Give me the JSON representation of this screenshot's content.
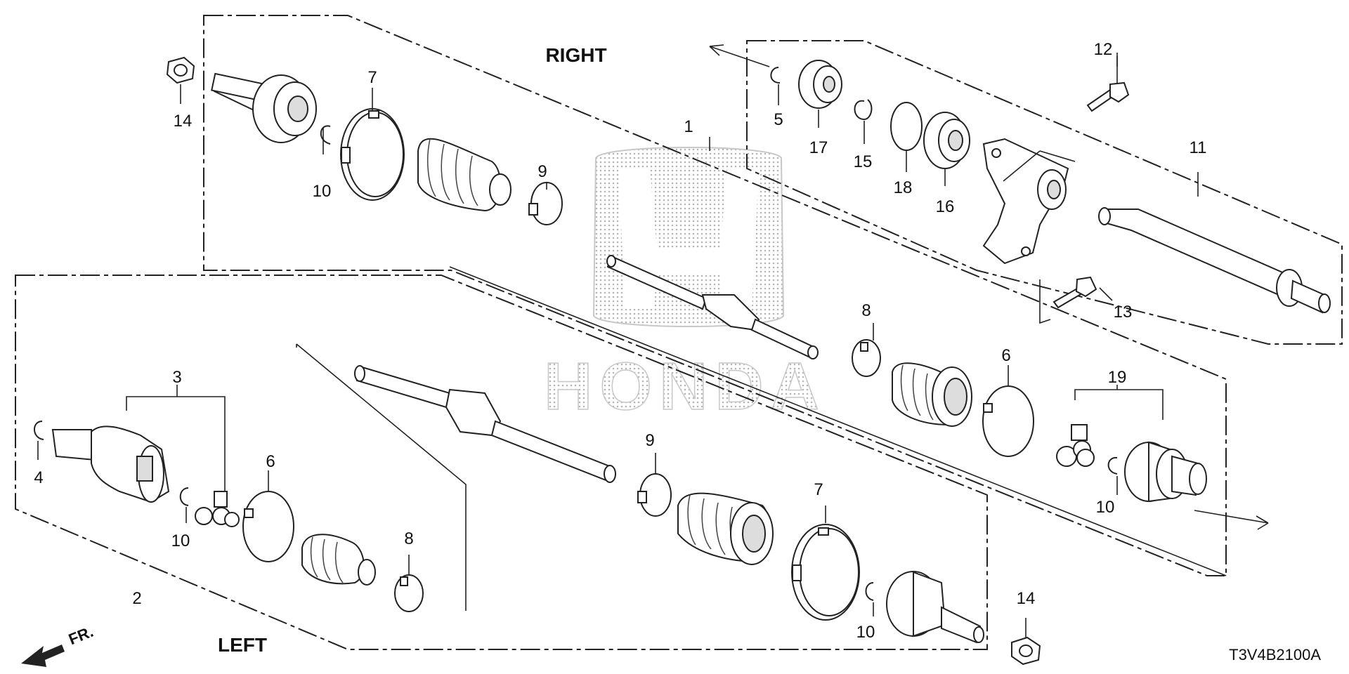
{
  "diagram": {
    "title_right": "RIGHT",
    "title_left": "LEFT",
    "front_marker": "FR.",
    "drawing_code": "T3V4B2100A",
    "watermark_brand": "HONDA",
    "callouts": {
      "c1": "1",
      "c2": "2",
      "c3": "3",
      "c4": "4",
      "c5": "5",
      "c6a": "6",
      "c6b": "6",
      "c7a": "7",
      "c7b": "7",
      "c8a": "8",
      "c8b": "8",
      "c9a": "9",
      "c9b": "9",
      "c10a": "10",
      "c10b": "10",
      "c10c": "10",
      "c10d": "10",
      "c11": "11",
      "c12": "12",
      "c13": "13",
      "c14a": "14",
      "c14b": "14",
      "c15": "15",
      "c16": "16",
      "c17": "17",
      "c18": "18",
      "c19": "19"
    },
    "colors": {
      "line": "#222222",
      "part_fill": "#ffffff",
      "shade": "#bdbdbd",
      "watermark": "#b8b8b8"
    }
  }
}
